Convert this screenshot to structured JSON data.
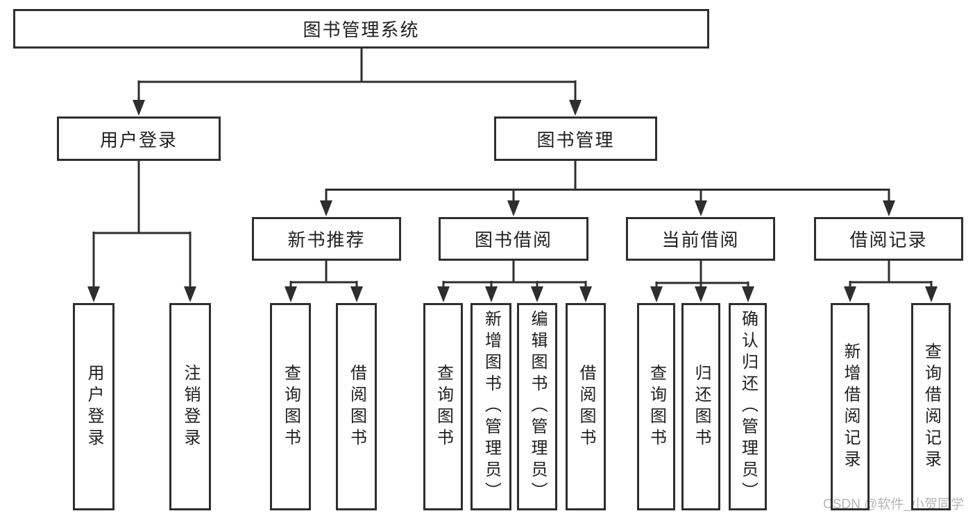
{
  "colors": {
    "line": "#2e2e2e",
    "box_border": "#2e2e2e",
    "text": "#1f1f1f",
    "watermark_text": "#b5b5b5",
    "background": "#ffffff"
  },
  "diagram": {
    "root": {
      "label": "图书管理系统"
    },
    "level2": [
      {
        "label": "用户登录"
      },
      {
        "label": "图书管理"
      }
    ],
    "level3": [
      {
        "label": "新书推荐"
      },
      {
        "label": "图书借阅"
      },
      {
        "label": "当前借阅"
      },
      {
        "label": "借阅记录"
      }
    ],
    "leaves": [
      {
        "label": "用户登录"
      },
      {
        "label": "注销登录"
      },
      {
        "label": "查询图书"
      },
      {
        "label": "借阅图书"
      },
      {
        "label": "查询图书"
      },
      {
        "label": "新增图书（管理员）"
      },
      {
        "label": "编辑图书（管理员）"
      },
      {
        "label": "借阅图书"
      },
      {
        "label": "查询图书"
      },
      {
        "label": "归还图书"
      },
      {
        "label": "确认归还（管理员）"
      },
      {
        "label": "新增借阅记录"
      },
      {
        "label": "查询借阅记录"
      }
    ]
  },
  "watermark": {
    "text": "CSDN @软件_小贺同学"
  }
}
